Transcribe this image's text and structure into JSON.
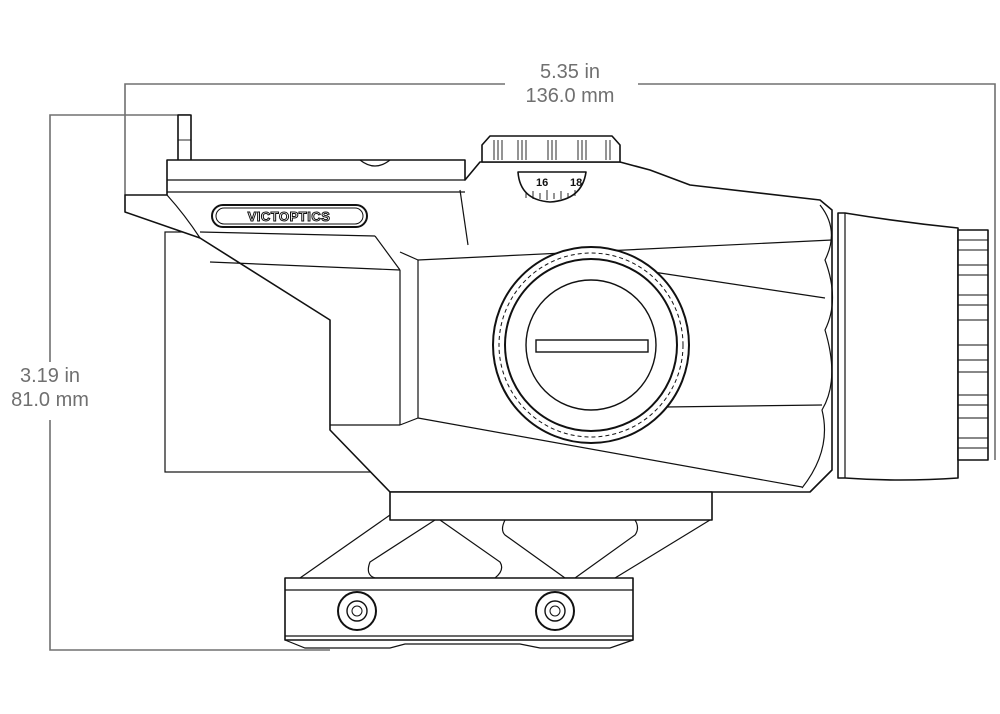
{
  "diagram": {
    "subject": "red dot sight side view with riser mount",
    "brand_logo": "VICTOPTICS",
    "dimensions": {
      "length": {
        "imperial": "5.35 in",
        "metric": "136.0 mm"
      },
      "height": {
        "imperial": "3.19 in",
        "metric": "81.0 mm"
      }
    },
    "turret_scale": {
      "labels": [
        "16",
        "18"
      ]
    },
    "colors": {
      "dimension_lines": "#707070",
      "outline": "#111111",
      "background": "#ffffff"
    }
  }
}
